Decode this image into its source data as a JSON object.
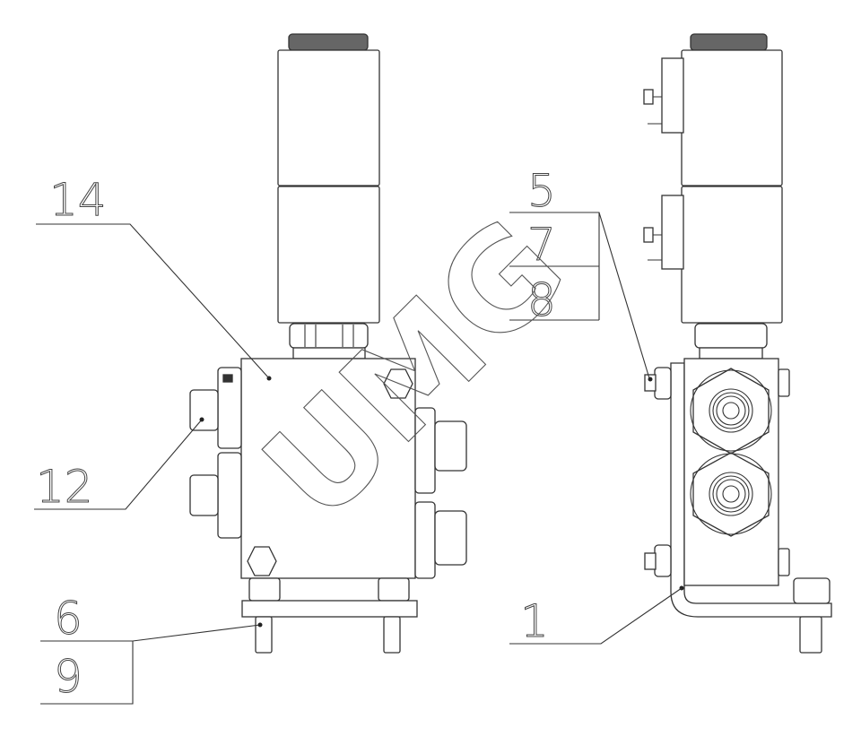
{
  "drawing": {
    "watermark": "UMG",
    "left_view_labels": {
      "body": "14",
      "fitting": "12",
      "screw_a": "6",
      "screw_b": "9"
    },
    "right_view_labels": {
      "nut_a": "5",
      "nut_b": "7",
      "nut_c": "8",
      "bracket": "1"
    }
  }
}
